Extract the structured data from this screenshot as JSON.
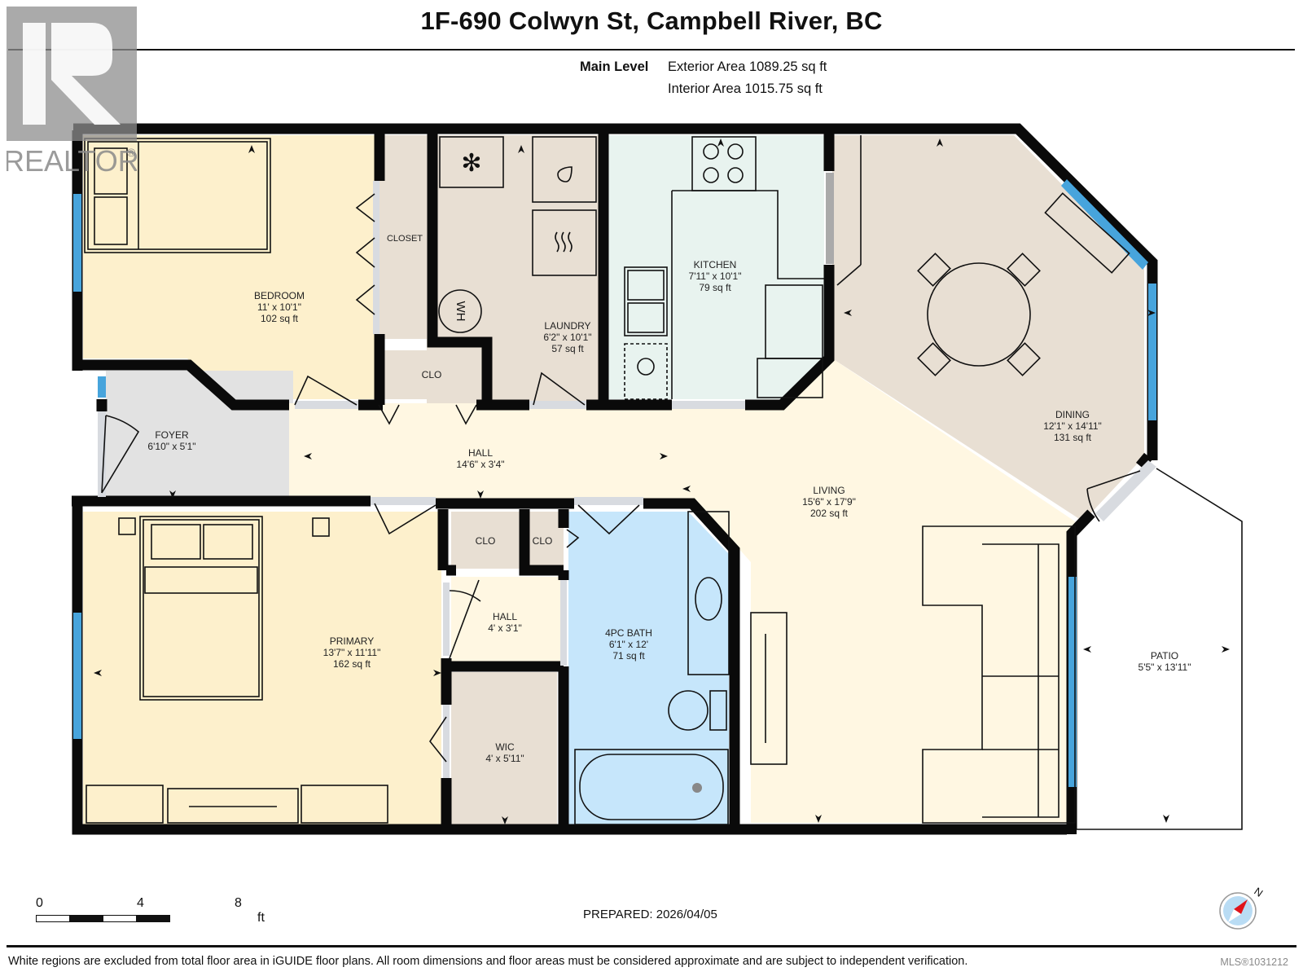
{
  "header": {
    "title": "1F-690 Colwyn St, Campbell River, BC",
    "level_name": "Main Level",
    "exterior_area": "Exterior Area 1089.25 sq ft",
    "interior_area": "Interior Area 1015.75 sq ft"
  },
  "watermark": {
    "logo_letter": "R",
    "logo_text": "REALTOR",
    "registered_mark": "®"
  },
  "rooms": [
    {
      "id": "bedroom",
      "name": "BEDROOM",
      "dims": "11' x 10'1\"",
      "area": "102 sq ft",
      "color": "#fdf0cc"
    },
    {
      "id": "closet",
      "name": "CLOSET",
      "dims": "",
      "area": "",
      "color": "#e8dfd3"
    },
    {
      "id": "laundry",
      "name": "LAUNDRY",
      "dims": "6'2\" x 10'1\"",
      "area": "57 sq ft",
      "color": "#e8dfd3"
    },
    {
      "id": "clo-laundry",
      "name": "CLO",
      "dims": "",
      "area": "",
      "color": "#e8dfd3"
    },
    {
      "id": "kitchen",
      "name": "KITCHEN",
      "dims": "7'11\" x 10'1\"",
      "area": "79 sq ft",
      "color": "#e8f3ef"
    },
    {
      "id": "dining",
      "name": "DINING",
      "dims": "12'1\" x 14'11\"",
      "area": "131 sq ft",
      "color": "#e8dfd3"
    },
    {
      "id": "foyer",
      "name": "FOYER",
      "dims": "6'10\" x 5'1\"",
      "area": "",
      "color": "#e2e2e2"
    },
    {
      "id": "hall-main",
      "name": "HALL",
      "dims": "14'6\" x 3'4\"",
      "area": "",
      "color": "#fff7e2"
    },
    {
      "id": "living",
      "name": "LIVING",
      "dims": "15'6\" x 17'9\"",
      "area": "202 sq ft",
      "color": "#fff7e2"
    },
    {
      "id": "primary",
      "name": "PRIMARY",
      "dims": "13'7\" x 11'11\"",
      "area": "162 sq ft",
      "color": "#fdf0cc"
    },
    {
      "id": "clo-1",
      "name": "CLO",
      "dims": "",
      "area": "",
      "color": "#e8dfd3"
    },
    {
      "id": "clo-2",
      "name": "CLO",
      "dims": "",
      "area": "",
      "color": "#e8dfd3"
    },
    {
      "id": "hall-small",
      "name": "HALL",
      "dims": "4' x 3'1\"",
      "area": "",
      "color": "#fff7e2"
    },
    {
      "id": "wic",
      "name": "WIC",
      "dims": "4' x 5'11\"",
      "area": "",
      "color": "#e8dfd3"
    },
    {
      "id": "bath",
      "name": "4PC BATH",
      "dims": "6'1\" x 12'",
      "area": "71 sq ft",
      "color": "#c6e6fb"
    },
    {
      "id": "patio",
      "name": "PATIO",
      "dims": "5'5\" x 13'11\"",
      "area": "",
      "color": "#ffffff"
    }
  ],
  "fixtures": {
    "water_heater_label": "WH"
  },
  "scale_bar": {
    "ticks": [
      "0",
      "4",
      "8"
    ],
    "unit": "ft"
  },
  "compass": {
    "label": "N",
    "needle_color": "#e0141b",
    "face_color": "#b9dcf4"
  },
  "footer": {
    "prepared": "PREPARED: 2026/04/05",
    "disclaimer": "White regions are excluded from total floor area in iGUIDE floor plans. All room dimensions and floor areas must be considered approximate and are subject to independent verification.",
    "mls": "MLS®1031212"
  },
  "colors": {
    "wall": "#0a0a0a",
    "window": "#47a4dc",
    "door_opening": "#d8dbe0"
  }
}
